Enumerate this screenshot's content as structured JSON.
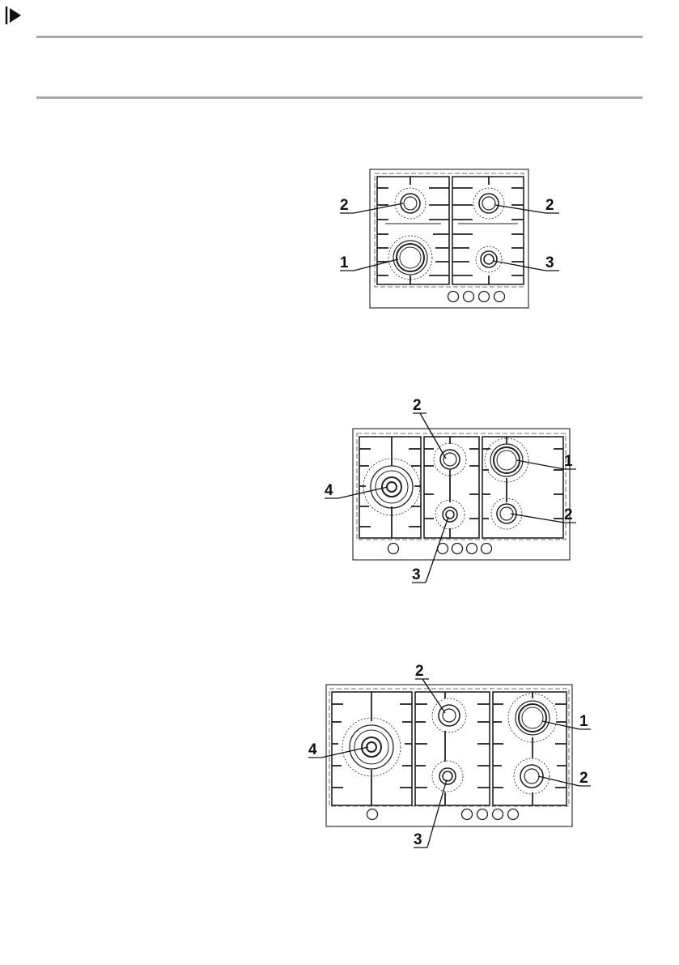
{
  "page": {
    "margin_marker": "edge-arrow-icon"
  },
  "figures": [
    {
      "name": "hob-60cm",
      "callouts": [
        {
          "id": "c1",
          "text": "2"
        },
        {
          "id": "c2",
          "text": "2"
        },
        {
          "id": "c3",
          "text": "1"
        },
        {
          "id": "c4",
          "text": "3"
        }
      ]
    },
    {
      "name": "hob-75cm",
      "callouts": [
        {
          "id": "c1",
          "text": "2"
        },
        {
          "id": "c2",
          "text": "1"
        },
        {
          "id": "c3",
          "text": "4"
        },
        {
          "id": "c4",
          "text": "2"
        },
        {
          "id": "c5",
          "text": "3"
        }
      ]
    },
    {
      "name": "hob-90cm",
      "callouts": [
        {
          "id": "c1",
          "text": "2"
        },
        {
          "id": "c2",
          "text": "1"
        },
        {
          "id": "c3",
          "text": "4"
        },
        {
          "id": "c4",
          "text": "2"
        },
        {
          "id": "c5",
          "text": "3"
        }
      ]
    }
  ]
}
